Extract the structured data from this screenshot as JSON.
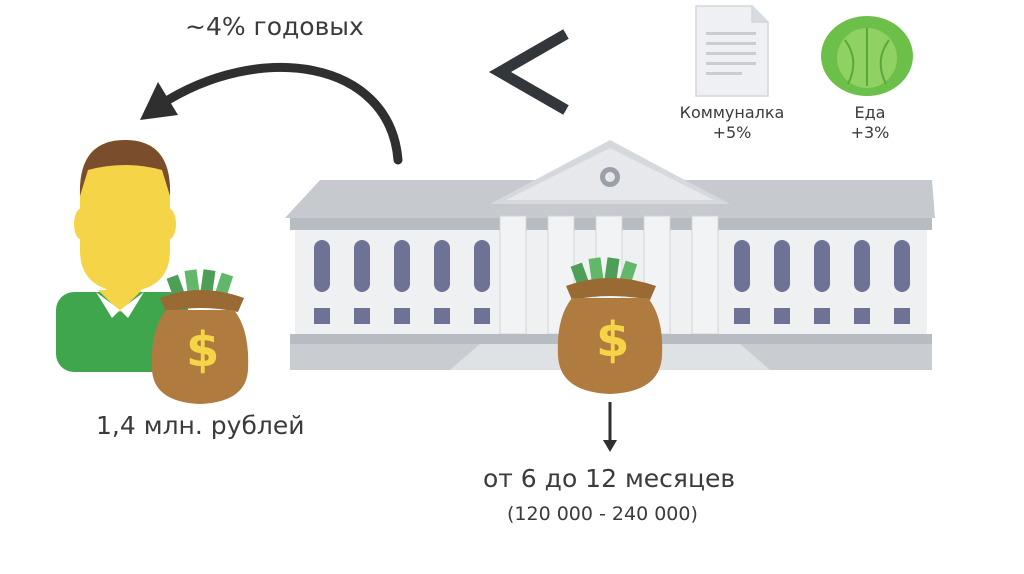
{
  "interest_label": "~4% годовых",
  "capital_label": "1,4 млн. рублей",
  "deposit_term_label": "от 6 до 12 месяцев",
  "deposit_range_label": "(120 000 - 240 000)",
  "comparison_symbol": "<",
  "expenses": [
    {
      "name": "Коммуналка",
      "change": "+5%",
      "icon": "document-icon"
    },
    {
      "name": "Еда",
      "change": "+3%",
      "icon": "cabbage-icon"
    }
  ],
  "money_bag_symbol": "$",
  "colors": {
    "text": "#3b3b3b",
    "bank": "#c9cdd2",
    "bank_dark": "#9aa0a7",
    "window": "#6e7294",
    "skin": "#f5d547",
    "hair": "#7a4e2d",
    "shirt": "#3fa64d",
    "bag": "#b07b3f",
    "bill": "#4d9e57",
    "cabbage": "#6cc04a"
  }
}
